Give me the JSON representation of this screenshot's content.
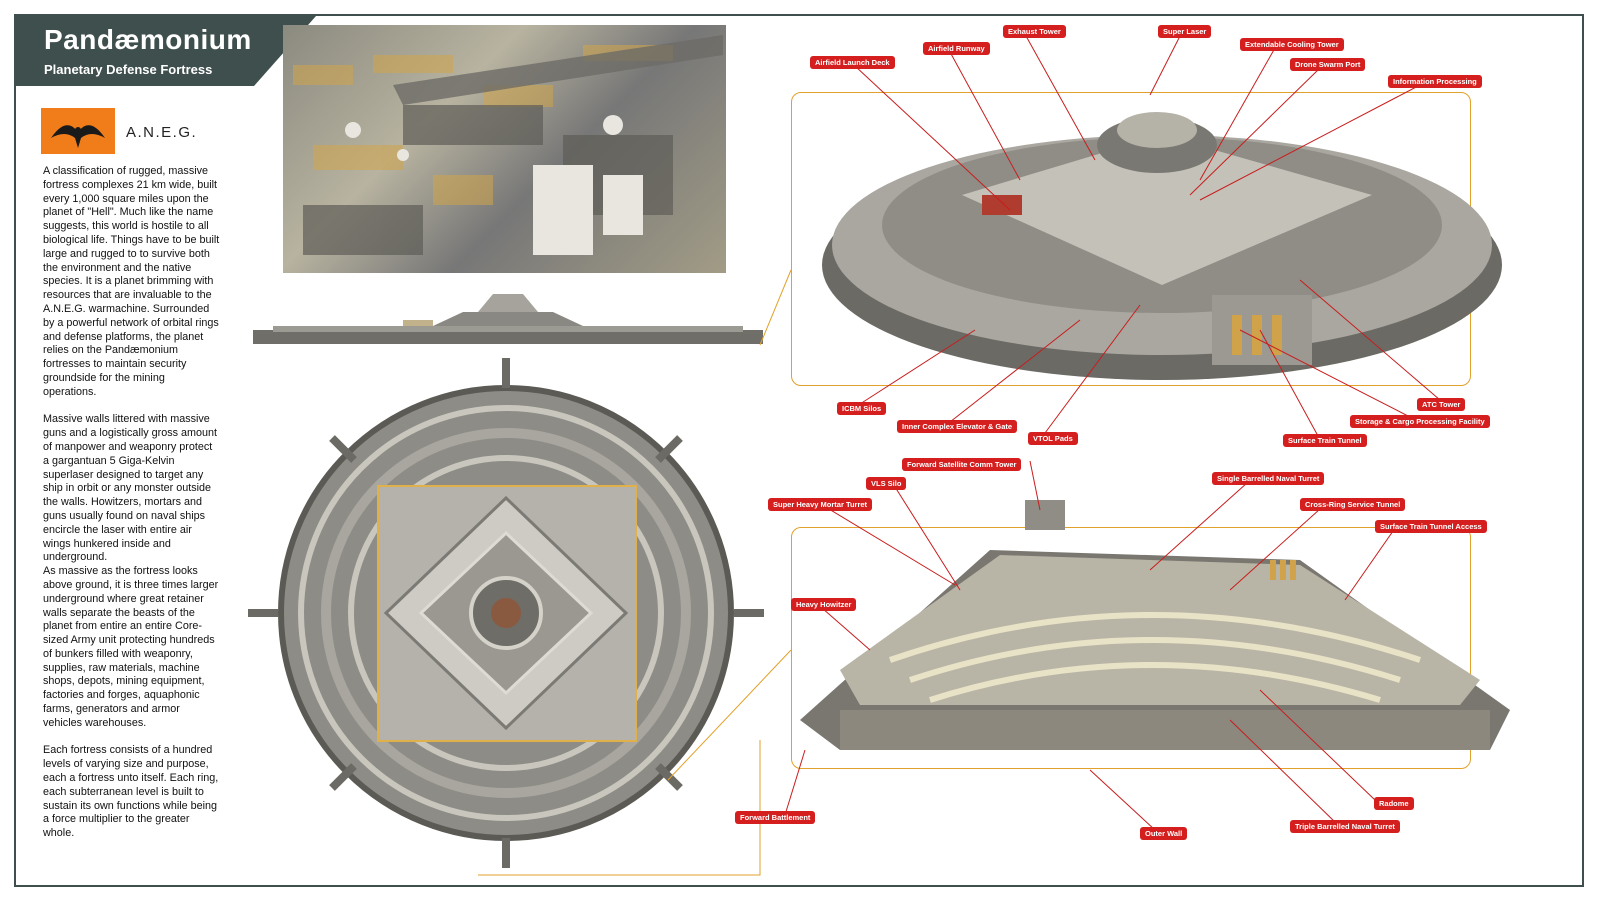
{
  "header": {
    "title": "Pandæmonium",
    "subtitle": "Planetary Defense Fortress"
  },
  "logo": {
    "name": "A.N.E.G.",
    "icon": "phoenix-emblem-icon",
    "accent_color": "#f07d1a"
  },
  "description": "A classification of rugged, massive fortress complexes 21 km wide, built every 1,000 square miles upon the planet of \"Hell\". Much like the name suggests, this world is hostile to all biological life. Things have to be built large and rugged to to survive both the environment and the native species. It is a planet brimming with resources that are invaluable to the A.N.E.G. warmachine. Surrounded by a powerful network of orbital rings and defense platforms, the planet relies on the Pandæmonium fortresses to maintain security groundside for the mining operations.\n\nMassive walls littered with massive guns and a logistically gross amount of manpower and weaponry protect a gargantuan 5 Giga-Kelvin superlaser designed to target any ship in orbit or any monster outside the walls. Howitzers, mortars and guns usually found on naval ships encircle the laser with entire air wings hunkered inside and underground.\nAs massive as the fortress looks above ground, it is three times larger underground where great retainer walls separate the beasts of the planet from entire an entire Core-sized Army unit protecting hundreds of bunkers filled with weaponry, supplies, raw materials, machine shops, depots, mining equipment, factories and forges, aquaphonic farms, generators and armor vehicles warehouses.\n\nEach fortress consists of a hundred levels of varying size and purpose, each a fortress unto itself. Each ring, each subterranean level is built to sustain its own functions while being a force multiplier to the greater whole.",
  "colors": {
    "frame": "#3f4f4d",
    "label_bg": "#d51f1f",
    "callout_line": "#c81d1d",
    "callout_box": "#e2a12b"
  },
  "top_labels": [
    "Exhaust Tower",
    "Super Laser",
    "Airfield Runway",
    "Extendable Cooling Tower",
    "Airfield Launch Deck",
    "Drone Swarm Port",
    "Information Processing",
    "ICBM Silos",
    "Inner Complex Elevator & Gate",
    "VTOL Pads",
    "Surface Train Tunnel",
    "ATC Tower",
    "Storage & Cargo Processing Facility"
  ],
  "section_labels": [
    "Forward Satellite Comm Tower",
    "VLS Silo",
    "Single Barrelled Naval Turret",
    "Super Heavy Mortar Turret",
    "Cross-Ring Service Tunnel",
    "Surface Train Tunnel Access",
    "Heavy Howitzer",
    "Radome",
    "Forward Battlement",
    "Triple Barrelled Naval Turret",
    "Outer Wall"
  ]
}
